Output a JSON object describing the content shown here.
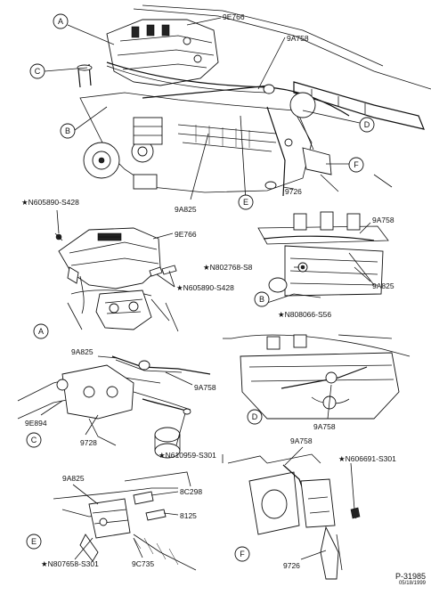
{
  "callouts": {
    "A": "A",
    "B": "B",
    "C": "C",
    "D": "D",
    "E": "E",
    "F": "F"
  },
  "parts": {
    "p9E766": "9E766",
    "p9A758": "9A758",
    "p9A825": "9A825",
    "p9726": "9726",
    "pN605890": "★N605890-S428",
    "pN802768": "★N802768-S8",
    "pN808066": "★N808066-S56",
    "p9E894": "9E894",
    "p9728": "9728",
    "pN610959": "★N610959-S301",
    "p8C298": "8C298",
    "p8125": "8125",
    "p9C735": "9C735",
    "pN807658": "★N807658-S301",
    "pN606691": "★N606691-S301"
  },
  "footer": {
    "ref": "P-31985",
    "date": "05/18/1999"
  }
}
